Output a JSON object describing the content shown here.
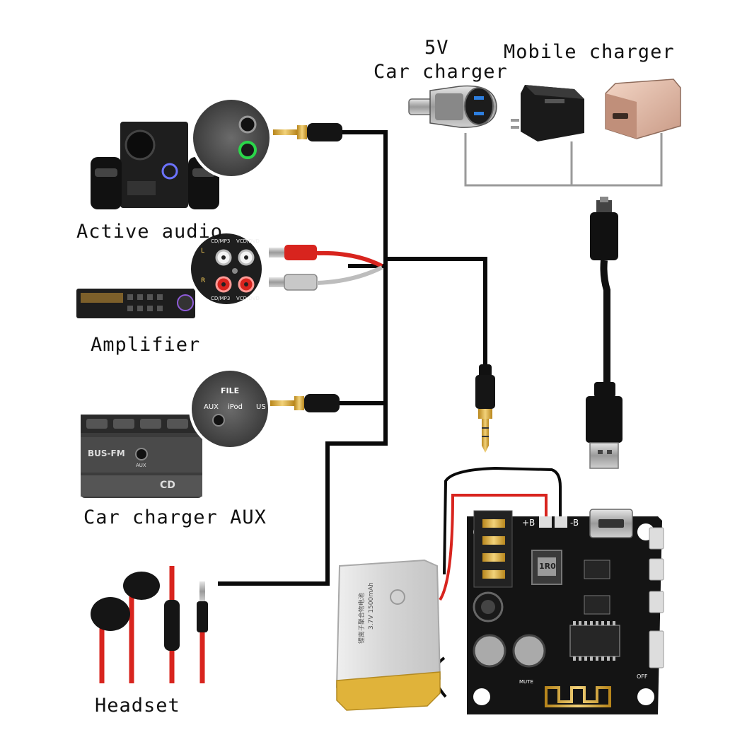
{
  "labels": {
    "voltage": "5V",
    "car_charger": "Car charger",
    "mobile_charger": "Mobile charger",
    "active_audio": "Active audio",
    "amplifier": "Amplifier",
    "car_charger_aux": "Car charger AUX",
    "headset": "Headset"
  },
  "inset_text": {
    "rca_left": "L",
    "rca_right": "R",
    "rca_top_left": "CD/MP3",
    "rca_top_right": "VCD/DVD",
    "rca_bottom_left": "CD/MP3",
    "rca_bottom_right": "VCD/DVD",
    "aux_panel_title": "FILE",
    "aux_port_1": "AUX",
    "aux_port_2": "iPod",
    "aux_port_3": "US",
    "car_radio_badge": "BUS-FM",
    "car_radio_aux": "AUX",
    "car_radio_cd": "CD"
  },
  "board_text": {
    "plus_b": "+B",
    "minus_b": "-B",
    "inductor": "1R0",
    "mute": "MUTE",
    "off": "OFF",
    "battery_spec": "3.7V 1500mAh",
    "battery_cn": "锂离子聚合物电池"
  },
  "colors": {
    "wire": "#0a0a0a",
    "charger_line": "#9a9a9a",
    "red_cable": "#d8241e",
    "board": "#141414",
    "battery": "#d9d9d9",
    "battery_foil": "#e0b33a"
  }
}
